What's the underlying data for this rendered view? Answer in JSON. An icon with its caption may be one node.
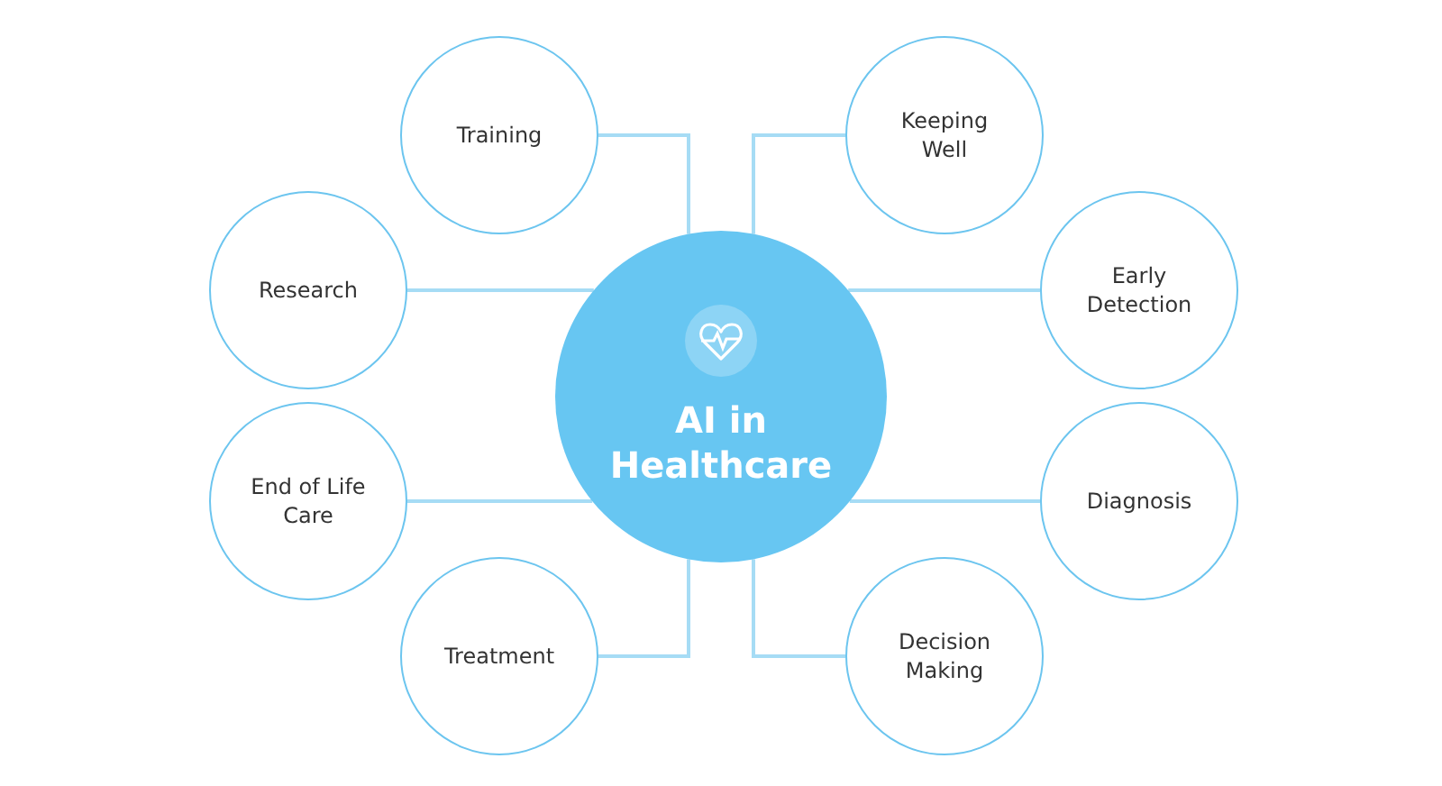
{
  "diagram": {
    "nodes": [
      {
        "text": [
          "AI in Healthcare"
        ]
      },
      {
        "text": [
          "Training"
        ]
      },
      {
        "text": [
          "Keeping Well"
        ]
      },
      {
        "text": [
          "Research"
        ]
      },
      {
        "text": [
          "Early Detection"
        ]
      },
      {
        "text": [
          "End of Life Care"
        ]
      },
      {
        "text": [
          "Diagnosis"
        ]
      },
      {
        "text": [
          "Treatment"
        ]
      },
      {
        "text": [
          "Decision Making"
        ]
      }
    ],
    "edges": [
      {
        "from": 0,
        "to": 1,
        "arrow": "none"
      },
      {
        "from": 0,
        "to": 2,
        "arrow": "none"
      },
      {
        "from": 0,
        "to": 3,
        "arrow": "none"
      },
      {
        "from": 0,
        "to": 4,
        "arrow": "none"
      },
      {
        "from": 0,
        "to": 5,
        "arrow": "none"
      },
      {
        "from": 0,
        "to": 6,
        "arrow": "none"
      },
      {
        "from": 0,
        "to": 7,
        "arrow": "none"
      },
      {
        "from": 0,
        "to": 8,
        "arrow": "none"
      }
    ]
  }
}
